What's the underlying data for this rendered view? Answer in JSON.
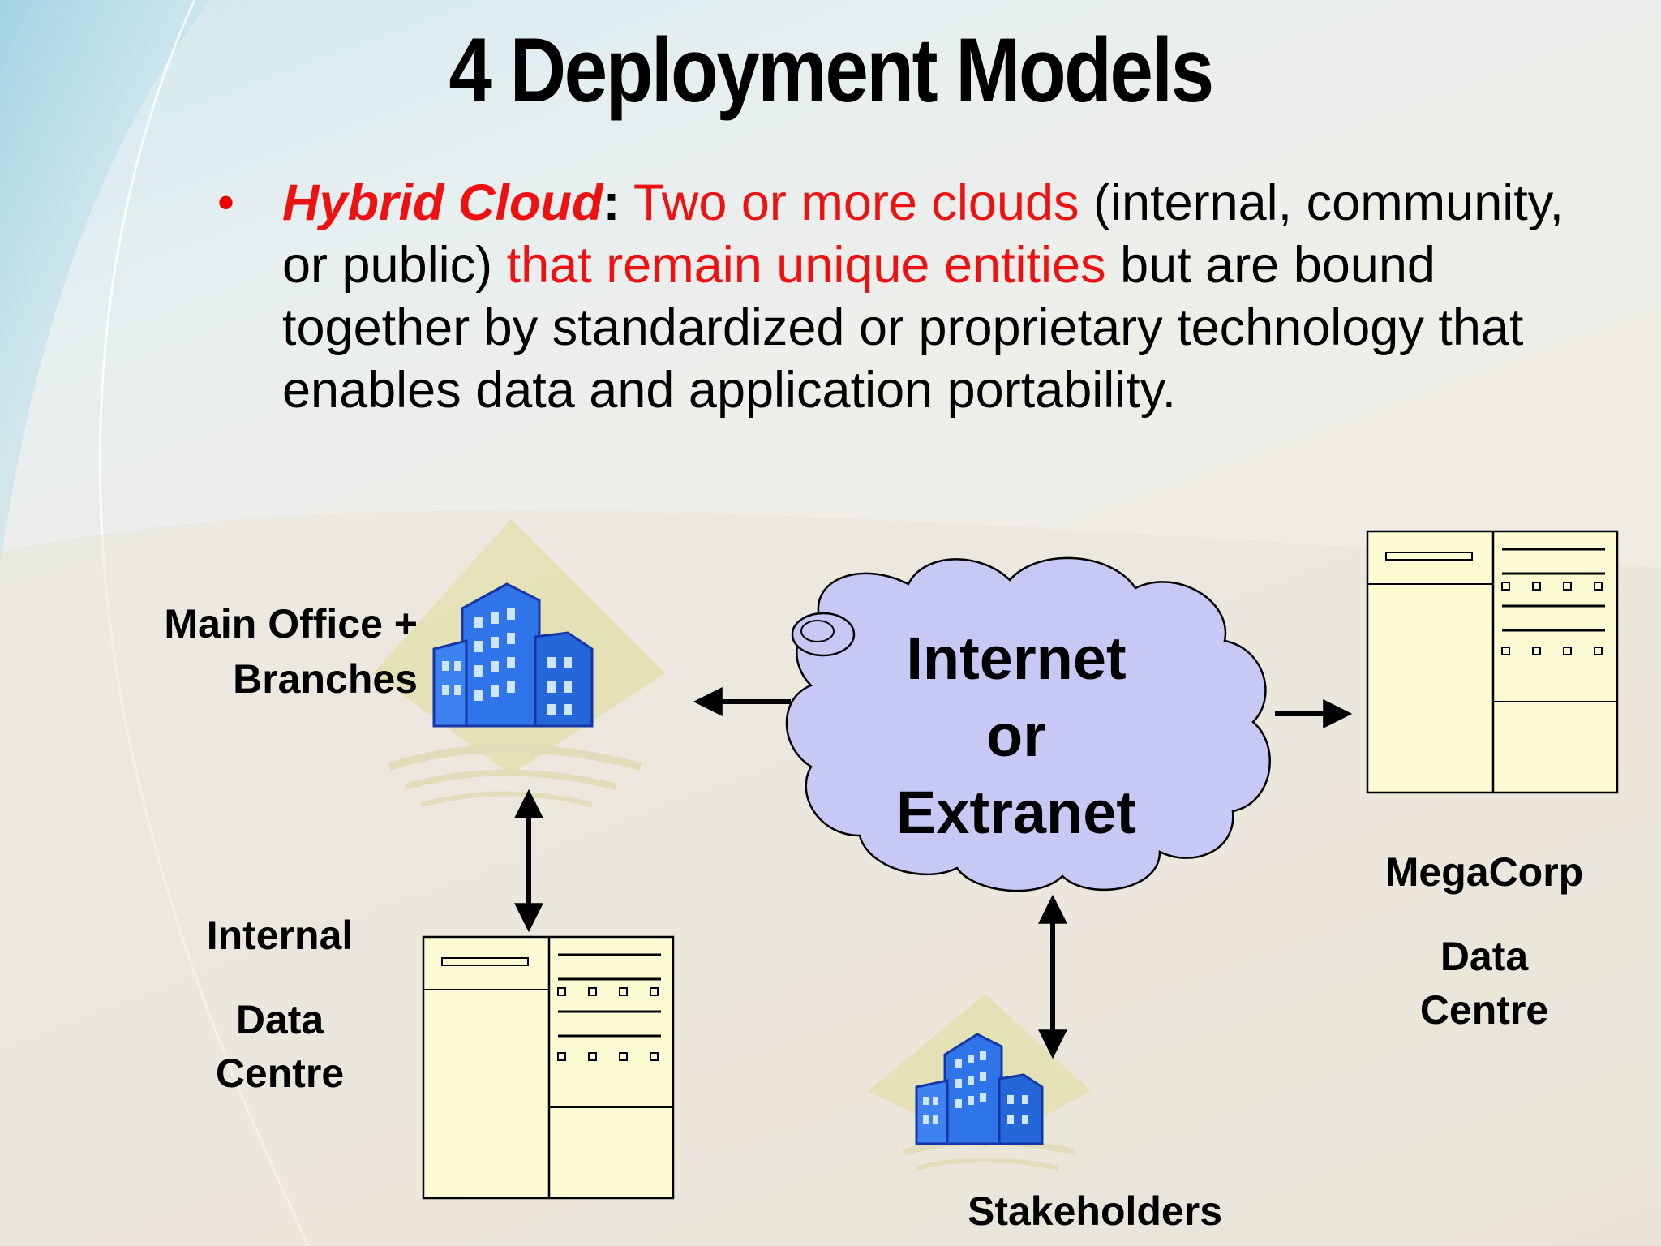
{
  "slide": {
    "title": "4 Deployment Models",
    "bullet": {
      "term": "Hybrid Cloud",
      "colon": ":",
      "seg1": " Two or more clouds",
      "seg2": " (internal, community, or public) ",
      "seg3": "that remain unique entities",
      "seg4": " but are bound together by standardized or proprietary technology that enables data and application portability."
    }
  },
  "diagram": {
    "main_office_label": "Main Office + Branches",
    "cloud_label_line1": "Internet",
    "cloud_label_line2": "or",
    "cloud_label_line3": "Extranet",
    "internal_label_line1": "Internal",
    "internal_label_line2": "Data",
    "internal_label_line3": "Centre",
    "megacorp_label_line1": "MegaCorp",
    "megacorp_label_line2": "Data",
    "megacorp_label_line3": "Centre",
    "stakeholders_label": "Stakeholders"
  },
  "colors": {
    "accent_red": "#e11111",
    "cloud_fill": "#c8c8f5",
    "server_fill": "#fdfbd3",
    "building_blue": "#2f74e8"
  }
}
